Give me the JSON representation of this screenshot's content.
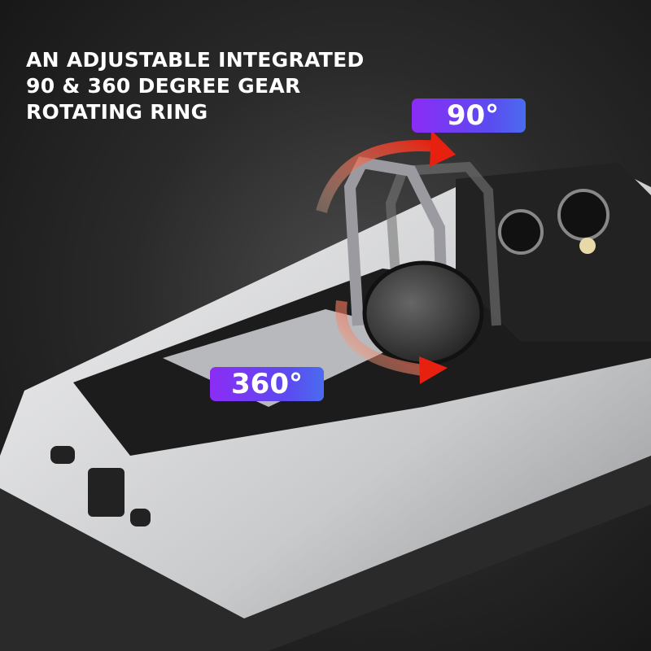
{
  "headline": {
    "lines": [
      "AN ADJUSTABLE INTEGRATED",
      "90 & 360 DEGREE GEAR",
      "ROTATING RING"
    ]
  },
  "badges": {
    "tilt": "90°",
    "rotate": "360°"
  },
  "colors": {
    "badge_start": "#8b2cf5",
    "badge_end": "#4b6cf0",
    "arrow": "#e8321e",
    "case": "#d8d9db"
  }
}
